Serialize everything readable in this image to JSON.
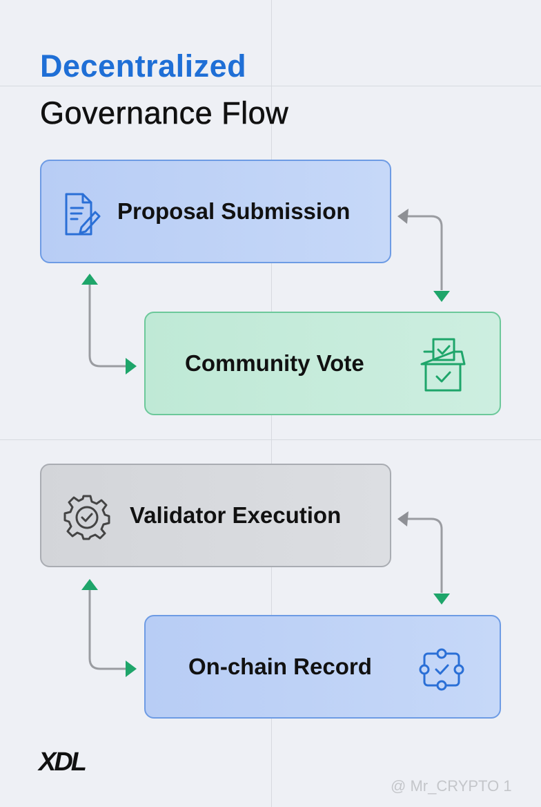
{
  "title": {
    "line1": "Decentralized",
    "line2": "Governance Flow",
    "accent_color": "#1f6fd6"
  },
  "steps": [
    {
      "label": "Proposal Submission",
      "icon": "document-pen-icon",
      "color": "#6d9be4"
    },
    {
      "label": "Community Vote",
      "icon": "ballot-box-icon",
      "color": "#1ea56a"
    },
    {
      "label": "Validator Execution",
      "icon": "gear-check-icon",
      "color": "#a9acb2"
    },
    {
      "label": "On-chain Record",
      "icon": "network-check-icon",
      "color": "#2a6fd6"
    }
  ],
  "connections": [
    {
      "from": "Proposal Submission",
      "to": "Community Vote",
      "type": "bidirectional"
    },
    {
      "from": "Validator Execution",
      "to": "On-chain Record",
      "type": "bidirectional"
    }
  ],
  "logo": "XDL",
  "watermark": "@ Mr_CRYPTO 1"
}
